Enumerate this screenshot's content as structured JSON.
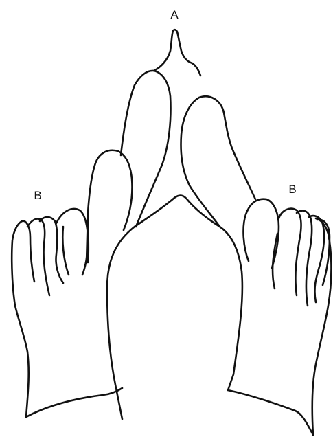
{
  "labels": {
    "a": "A",
    "b_left": "B",
    "b_right": "B"
  },
  "colors": {
    "line": "#111111",
    "background": "#ffffff"
  }
}
